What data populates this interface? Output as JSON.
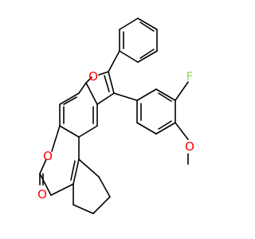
{
  "molecule": {
    "atom_labels": {
      "furan_oxygen": "O",
      "pyranone_ring_oxygen": "O",
      "carbonyl_oxygen": "O",
      "fluorine": "F",
      "methoxy_oxygen": "O"
    },
    "colors": {
      "oxygen": "#ff0000",
      "fluorine": "#90e050",
      "bond": "#000000",
      "background": "#ffffff"
    }
  }
}
